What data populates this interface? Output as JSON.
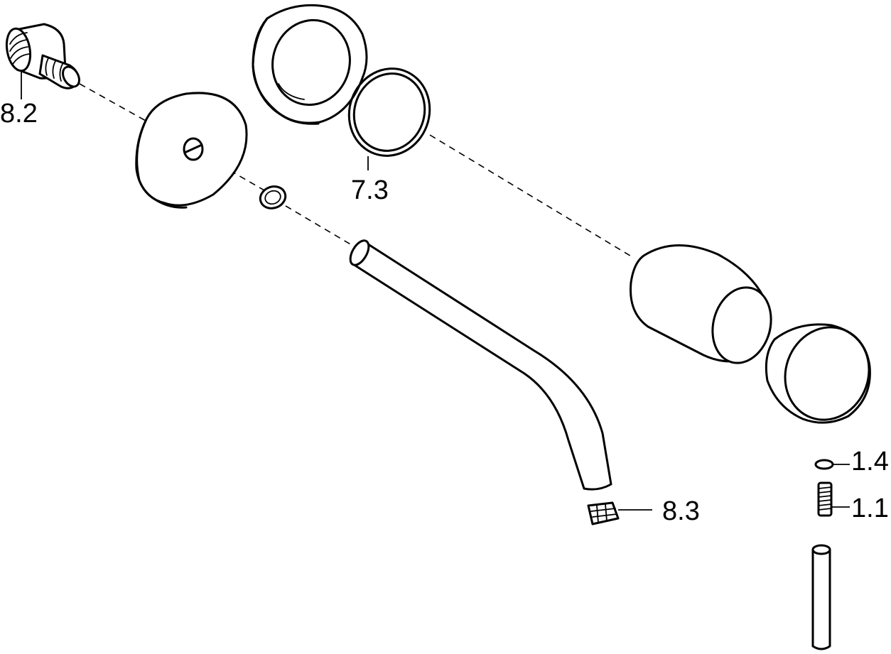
{
  "callouts": {
    "part_8_2": "8.2",
    "part_7_3": "7.3",
    "part_8_3": "8.3",
    "part_1_4": "1.4",
    "part_1_1": "1.1"
  },
  "colors": {
    "line": "#000000",
    "background": "#ffffff"
  }
}
